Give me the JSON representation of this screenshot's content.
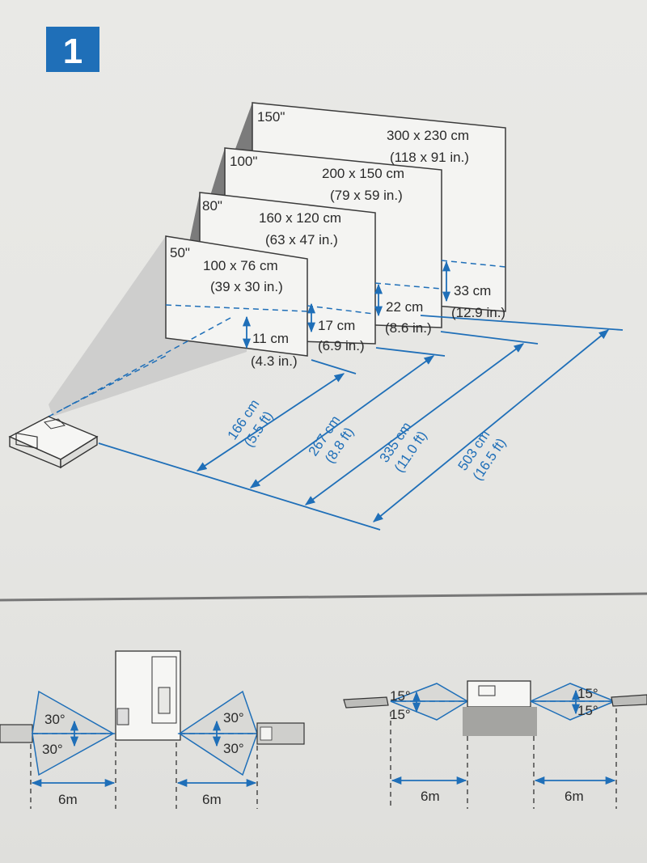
{
  "step_number": "1",
  "accent_color": "#1f6fb8",
  "screens": [
    {
      "diag": "150\"",
      "size_cm": "300 x 230 cm",
      "size_in": "(118 x 91 in.)",
      "offset_cm": "33 cm",
      "offset_in": "(12.9 in.)"
    },
    {
      "diag": "100\"",
      "size_cm": "200 x 150 cm",
      "size_in": "(79 x 59 in.)",
      "offset_cm": "22 cm",
      "offset_in": "(8.6 in.)"
    },
    {
      "diag": "80\"",
      "size_cm": "160 x 120 cm",
      "size_in": "(63 x 47 in.)",
      "offset_cm": "17 cm",
      "offset_in": "(6.9 in.)"
    },
    {
      "diag": "50\"",
      "size_cm": "100 x 76 cm",
      "size_in": "(39 x 30 in.)",
      "offset_cm": "11 cm",
      "offset_in": "(4.3 in.)"
    }
  ],
  "distances": [
    {
      "cm": "166 cm",
      "ft": "(5.5 ft)"
    },
    {
      "cm": "267 cm",
      "ft": "(8.8 ft)"
    },
    {
      "cm": "335 cm",
      "ft": "(11.0 ft)"
    },
    {
      "cm": "503 cm",
      "ft": "(16.5 ft)"
    }
  ],
  "remote_range": {
    "horizontal_angle": "30°",
    "vertical_angle": "15°",
    "distance": "6m"
  }
}
